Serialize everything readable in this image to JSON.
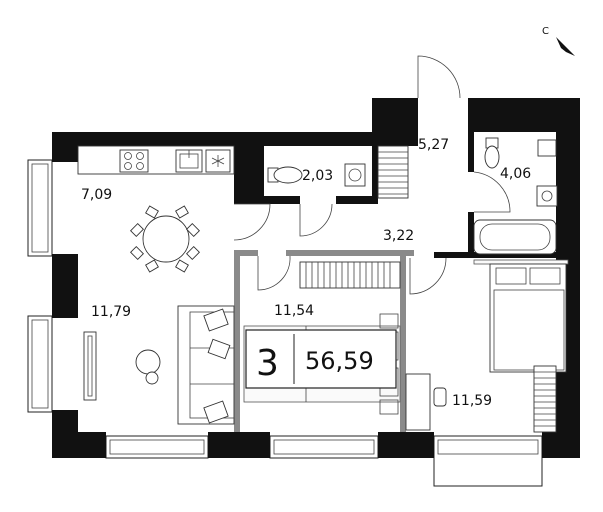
{
  "compass": {
    "label": "С"
  },
  "rooms": [
    {
      "id": "kitchen",
      "area": "7,09"
    },
    {
      "id": "living",
      "area": "11,79"
    },
    {
      "id": "wc",
      "area": "2,03"
    },
    {
      "id": "entry",
      "area": "5,27"
    },
    {
      "id": "bath",
      "area": "4,06"
    },
    {
      "id": "hall",
      "area": "3,22"
    },
    {
      "id": "bedroom1",
      "area": "11,54"
    },
    {
      "id": "bedroom2",
      "area": "11,59"
    }
  ],
  "summary": {
    "rooms_count": "3",
    "total_area": "56,59"
  },
  "icons": [
    "compass-arrow-icon",
    "stove-icon",
    "sink-icon",
    "fridge-snowflake-icon",
    "toilet-icon",
    "bathtub-icon",
    "bed-icon",
    "sofa-icon",
    "dining-table-icon",
    "wardrobe-icon",
    "desk-icon",
    "tv-icon",
    "radiator-icon",
    "door-swing-icon"
  ]
}
